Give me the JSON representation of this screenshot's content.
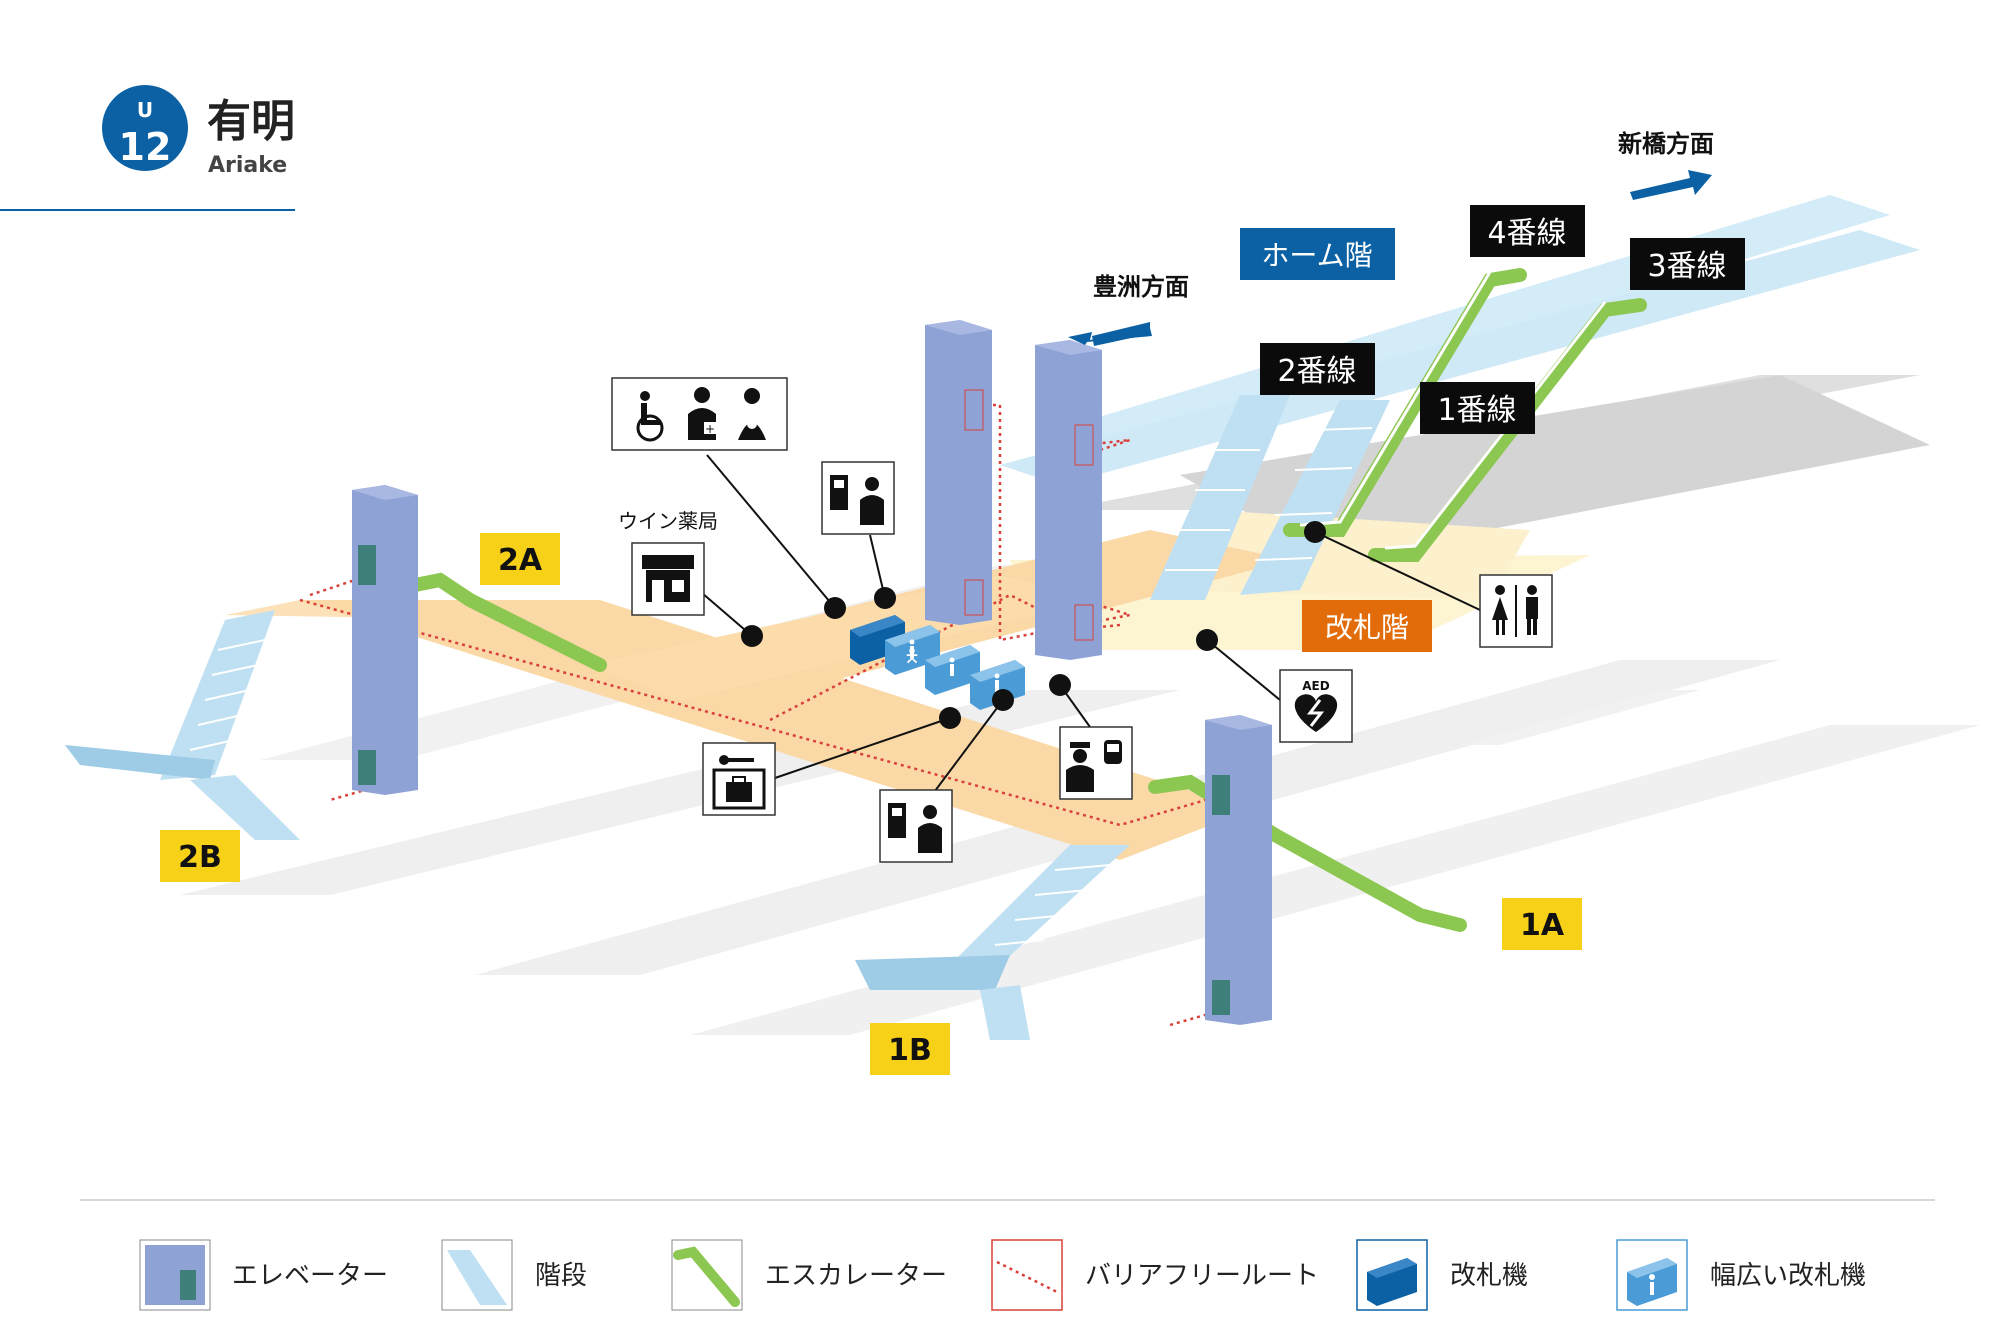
{
  "station": {
    "line_letter": "U",
    "number": "12",
    "name_ja": "有明",
    "name_en": "Ariake",
    "badge_color": "#0b61a4"
  },
  "levels": {
    "platform": "ホーム階",
    "concourse": "改札階"
  },
  "directions": {
    "shinbashi": "新橋方面",
    "toyosu": "豊洲方面"
  },
  "tracks": {
    "t1": "1番線",
    "t2": "2番線",
    "t3": "3番線",
    "t4": "4番線"
  },
  "exits": {
    "e1A": "1A",
    "e1B": "1B",
    "e2A": "2A",
    "e2B": "2B"
  },
  "facilities": {
    "pharmacy": "ウイン薬局",
    "aed": "AED"
  },
  "legend": {
    "elevator": "エレベーター",
    "stairs": "階段",
    "escalator": "エスカレーター",
    "barrier_free": "バリアフリールート",
    "gate": "改札機",
    "wide_gate": "幅広い改札機"
  },
  "colors": {
    "elevator": "#8fa2d6",
    "stairs": "#bfe0f2",
    "escalator": "#8cc751",
    "barrier_free": "#d9413a",
    "gate": "#0b61a4",
    "wide_gate": "#4a9bd6",
    "concourse": "#fbd9a7",
    "platform": "#cfe9f7",
    "exit_label": "#f7d117"
  },
  "icons": [
    "wheelchair-icon",
    "ostomate-icon",
    "baby-care-icon",
    "ticket-machine-icon",
    "shop-icon",
    "coin-locker-icon",
    "station-staff-icon",
    "aed-icon",
    "restroom-icon"
  ]
}
